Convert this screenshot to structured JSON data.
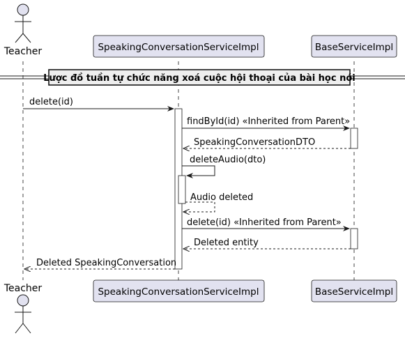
{
  "colors": {
    "participant_fill": "#E2E2F0",
    "participant_stroke": "#181818",
    "activation_fill": "#FFFFFF",
    "lifeline": "#181818",
    "arrow": "#181818",
    "divider_fill": "#EEEEEE"
  },
  "participants": {
    "teacher": {
      "label": "Teacher",
      "kind": "actor"
    },
    "service": {
      "label": "SpeakingConversationServiceImpl",
      "kind": "participant"
    },
    "base": {
      "label": "BaseServiceImpl",
      "kind": "participant"
    }
  },
  "divider": {
    "label": "Lược đồ tuần tự chức năng xoá cuộc hội thoại của bài học nói"
  },
  "messages": [
    {
      "id": "m1",
      "label": "delete(id)",
      "from": "teacher",
      "to": "service",
      "style": "solid"
    },
    {
      "id": "m2",
      "label": "findById(id) «Inherited from Parent»",
      "from": "service",
      "to": "base",
      "style": "solid"
    },
    {
      "id": "m3",
      "label": "SpeakingConversationDTO",
      "from": "base",
      "to": "service",
      "style": "dashed"
    },
    {
      "id": "m4",
      "label": "deleteAudio(dto)",
      "from": "service",
      "to": "service",
      "style": "solid"
    },
    {
      "id": "m5",
      "label": "Audio deleted",
      "from": "service",
      "to": "service",
      "style": "dashed"
    },
    {
      "id": "m6",
      "label": "delete(id) «Inherited from Parent»",
      "from": "service",
      "to": "base",
      "style": "solid"
    },
    {
      "id": "m7",
      "label": "Deleted entity",
      "from": "base",
      "to": "service",
      "style": "dashed"
    },
    {
      "id": "m8",
      "label": "Deleted SpeakingConversation",
      "from": "service",
      "to": "teacher",
      "style": "dashed"
    }
  ]
}
